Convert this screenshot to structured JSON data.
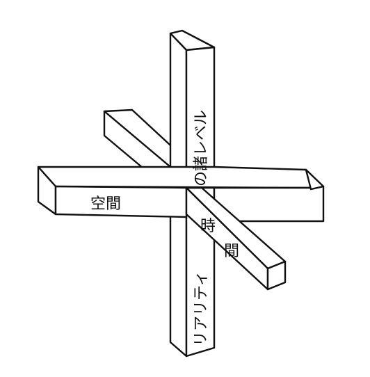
{
  "diagram": {
    "space_label": "空間",
    "time_label_1": "時",
    "time_label_2": "間",
    "levels_label_top": "の諸レベル",
    "levels_label_bottom": "リアリティ"
  },
  "colors": {
    "ink": "#111111",
    "paper": "#ffffff"
  }
}
